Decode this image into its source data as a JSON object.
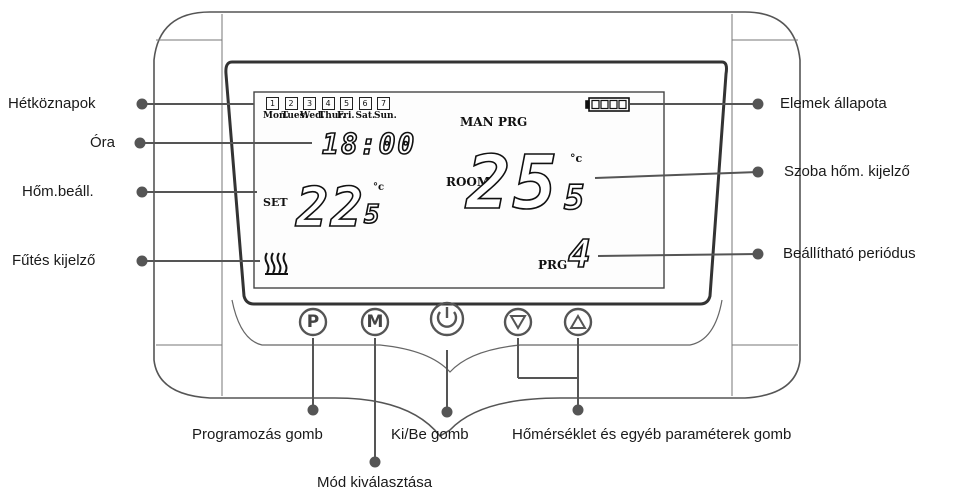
{
  "callouts": {
    "weekdays": "Hétköznapok",
    "clock": "Óra",
    "set_temp": "Hőm.beáll.",
    "heating": "Fűtés kijelző",
    "battery": "Elemek állapota",
    "room_temp": "Szoba hőm. kijelző",
    "period": "Beállítható periódus",
    "program_button": "Programozás gomb",
    "mode_select": "Mód kiválasztása",
    "power_button": "Ki/Be gomb",
    "temp_buttons": "Hőmérséklet és egyéb paraméterek gomb"
  },
  "lcd": {
    "days": [
      {
        "num": "1",
        "name": "Mon."
      },
      {
        "num": "2",
        "name": "Tues."
      },
      {
        "num": "3",
        "name": "Wed."
      },
      {
        "num": "4",
        "name": "Thur."
      },
      {
        "num": "5",
        "name": "Fri."
      },
      {
        "num": "6",
        "name": "Sat."
      },
      {
        "num": "7",
        "name": "Sun."
      }
    ],
    "mode_man": "MAN",
    "mode_prg": "PRG",
    "clock": "18:00",
    "set_label": "SET",
    "set_temp_main": "22",
    "set_temp_dec": "5",
    "room_label": "ROOM",
    "room_temp_main": "25",
    "room_temp_dec": "5",
    "unit": "°c",
    "period_label": "PRG",
    "period_value": "4",
    "heat_icon": "heating-waves-icon",
    "battery_icon": "battery-icon"
  },
  "buttons": {
    "p": "P",
    "m": "M",
    "power_icon": "power-icon",
    "down_icon": "triangle-down-icon",
    "up_icon": "triangle-up-icon"
  }
}
